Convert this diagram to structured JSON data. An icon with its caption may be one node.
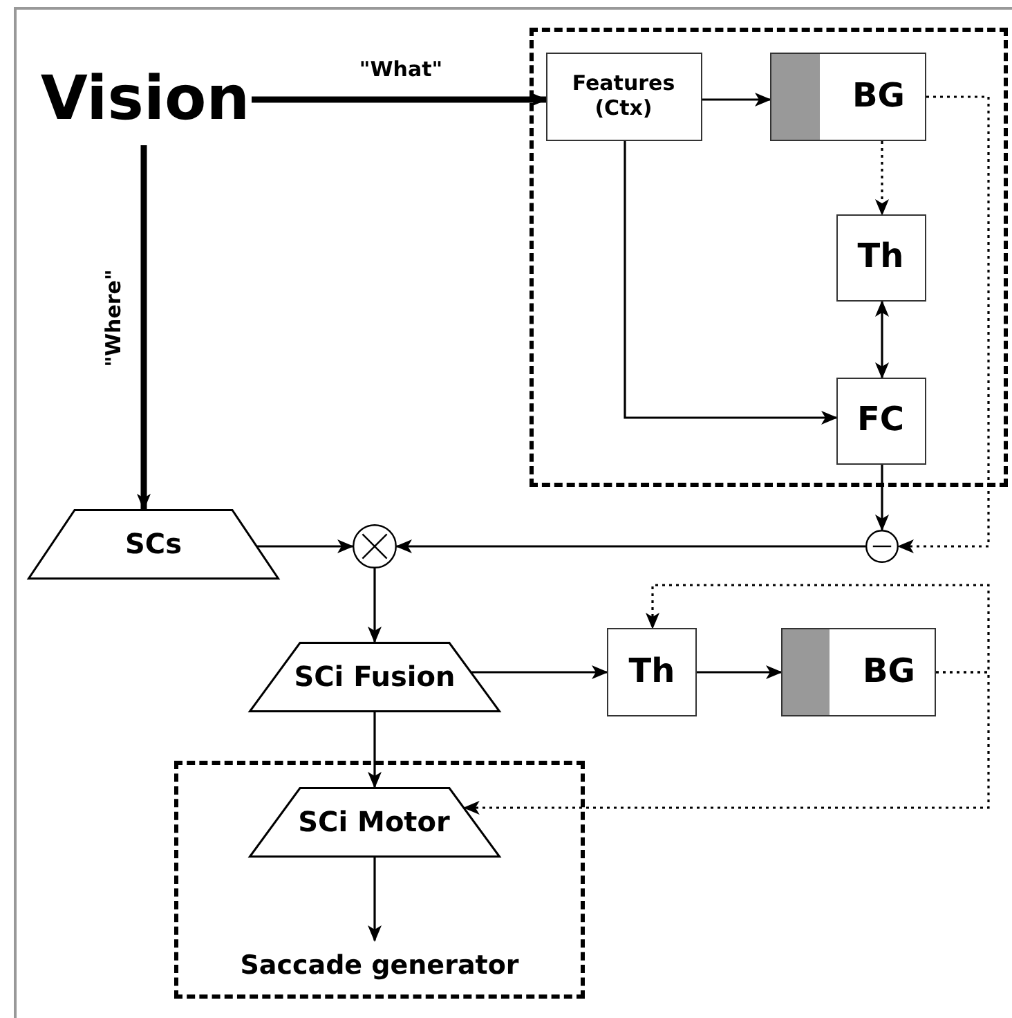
{
  "diagram": {
    "nodes": [
      {
        "text": [
          "Vision"
        ]
      },
      {
        "text": [],
        "shape": "box"
      },
      {
        "text": [
          "Features (Ctx)"
        ],
        "in": 1
      },
      {
        "text": [
          "BG"
        ],
        "in": 1
      },
      {
        "text": [
          "Th"
        ],
        "in": 1
      },
      {
        "text": [
          "FC"
        ],
        "in": 1
      },
      {
        "text": [
          "SCs"
        ]
      },
      {
        "text": [],
        "shape": "circle"
      },
      {
        "text": [],
        "shape": "circle"
      },
      {
        "text": [
          "SCi Fusion"
        ]
      },
      {
        "text": [
          "Th"
        ]
      },
      {
        "text": [
          "BG"
        ]
      },
      {
        "text": [
          "Saccade generator"
        ]
      },
      {
        "text": [
          "SCi Motor"
        ],
        "in": 12
      }
    ],
    "edges": [
      {
        "from": 0,
        "to": 2,
        "arrow": "to",
        "label": "\"What\"",
        "style": "thick"
      },
      {
        "from": 0,
        "to": 6,
        "arrow": "to",
        "label": "\"Where\"",
        "style": "thick"
      },
      {
        "from": 2,
        "to": 3,
        "arrow": "to"
      },
      {
        "from": 3,
        "to": 4,
        "arrow": "to",
        "style": "dashed"
      },
      {
        "from": 4,
        "to": 5,
        "arrow": "both"
      },
      {
        "from": 2,
        "to": 5,
        "arrow": "to"
      },
      {
        "from": 5,
        "to": 8,
        "arrow": "to"
      },
      {
        "from": 3,
        "to": 8,
        "arrow": "to",
        "style": "dashed"
      },
      {
        "from": 8,
        "to": 7,
        "arrow": "to"
      },
      {
        "from": 6,
        "to": 7,
        "arrow": "to"
      },
      {
        "from": 7,
        "to": 9,
        "arrow": "to"
      },
      {
        "from": 9,
        "to": 10,
        "arrow": "to"
      },
      {
        "from": 10,
        "to": 11,
        "arrow": "to"
      },
      {
        "from": 11,
        "to": 10,
        "arrow": "to",
        "style": "dashed"
      },
      {
        "from": 11,
        "to": 13,
        "arrow": "to",
        "style": "dashed"
      },
      {
        "from": 9,
        "to": 13,
        "arrow": "to"
      },
      {
        "from": 13,
        "to": 12,
        "arrow": "to"
      }
    ]
  }
}
